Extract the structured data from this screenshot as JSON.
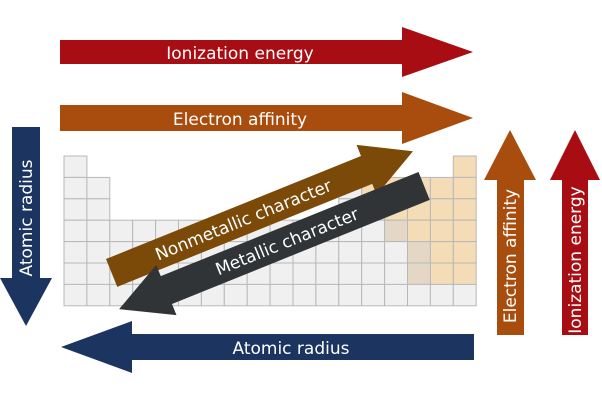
{
  "arrows": {
    "ionization_top": "Ionization energy",
    "affinity_top": "Electron affinity",
    "radius_left": "Atomic radius",
    "radius_bottom": "Atomic radius",
    "affinity_right": "Electron affinity",
    "ionization_right": "Ionization energy",
    "nonmetallic": "Nonmetallic character",
    "metallic": "Metallic character"
  },
  "colors": {
    "ionization": "#a80d14",
    "affinity": "#a84d0d",
    "radius": "#1b3460",
    "nonmetallic": "#7b4a08",
    "metallic": "#303437",
    "cell": "#f0f0f0",
    "cell_highlight": "#f4ddb6"
  }
}
